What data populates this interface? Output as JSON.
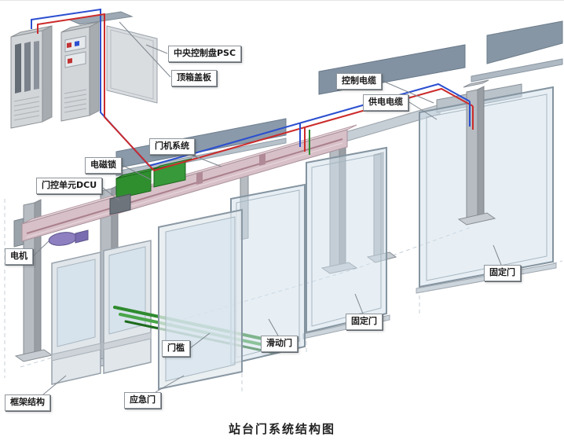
{
  "title": "站台门系统结构图",
  "callouts": {
    "psc": "中央控制盘PSC",
    "top_box_cover": "顶箱盖板",
    "control_cable": "控制电缆",
    "power_cable": "供电电缆",
    "door_machine": "门机系统",
    "magnetic_lock": "电磁锁",
    "dcu": "门控单元DCU",
    "motor": "电机",
    "frame_structure": "框架结构",
    "emergency_door": "应急门",
    "threshold": "门槛",
    "sliding_door": "滑动门",
    "fixed_door_mid": "固定门",
    "fixed_door_right": "固定门"
  },
  "colors": {
    "cable_control": "#2b4fd0",
    "cable_power": "#cc2b2b",
    "machine_green": "#2f8f2f",
    "beam_pink": "#d8c0c8",
    "cover_gray": "#8292a2",
    "glass_tint": "#cfe0ec"
  }
}
